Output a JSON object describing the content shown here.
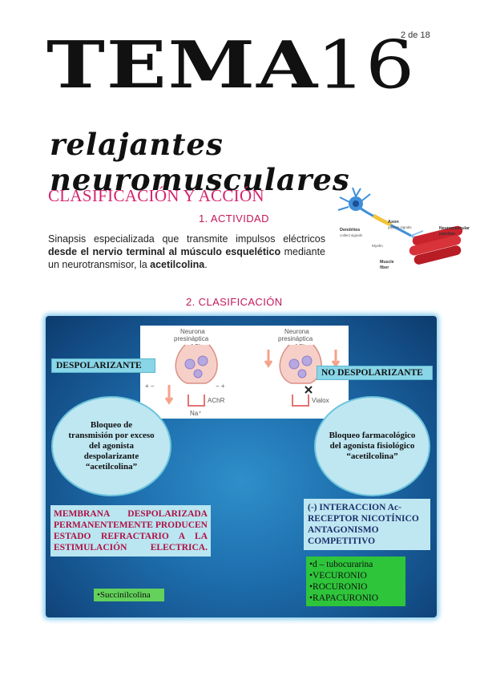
{
  "page": {
    "page_number": "2 de 18",
    "tema_word": "TEMA",
    "tema_number": "16",
    "subtitle": "relajantes neuromusculares"
  },
  "section": {
    "title": "CLASIFICACIÓN Y ACCIÓN",
    "actividad_heading": "1. ACTIVIDAD",
    "clasificacion_heading": "2. CLASIFICACIÓN",
    "paragraph": {
      "part1": "Sinapsis especializada que transmite impulsos eléctricos ",
      "part2_bold": "desde el nervio terminal al músculo esquelético",
      "part3": " mediante un neurotransmisor, la ",
      "part4_bold": "acetilcolina",
      "part5": "."
    }
  },
  "neuron_figure": {
    "dendrites": "Dendrites",
    "dendrites_sub": "collect signals",
    "axon": "Axon",
    "axon_sub": "passes signals",
    "myelin": "Myelin",
    "neuromuscular": "Neuromuscular",
    "junction": "junction",
    "muscle": "Muscle",
    "fiber": "fiber"
  },
  "slide": {
    "synapse": {
      "neurona_left_1": "Neurona",
      "neurona_left_2": "presináptica",
      "ach_left": "ACh",
      "achr": "AChR",
      "na": "Na⁺",
      "neurona_right_1": "Neurona",
      "neurona_right_2": "presináptica",
      "ach_right": "ACh",
      "vialox": "Vialox",
      "plus_minus": "+  −",
      "minus_plus": "−  +"
    },
    "despolarizante": "DESPOLARIZANTE",
    "no_despolarizante": "NO DESPOLARIZANTE",
    "left_ellipse": "Bloqueo de transmisión por exceso del agonista despolarizante “acetilcolina”",
    "right_ellipse": "Bloqueo farmacológico del agonista fisiológico “acetilcolina”",
    "membrana": "MEMBRANA DESPOLARIZADA PERMANENTEMENTE PRODUCEN ESTADO REFRACTARIO A LA ESTIMULACIÓN ELECTRICA.",
    "interaccion": "(-) INTERACCION Ac-RECEPTOR NICOTÍNICO ANTAGONISMO COMPETITIVO",
    "succinilcolina": "•Succinilcolina",
    "drugs": [
      "•d – tubocurarina",
      "•VECURONIO",
      "•ROCURONIO",
      "•RAPACURONIO"
    ]
  },
  "colors": {
    "section_title": "#d6246e",
    "subheading": "#c2185b",
    "slide_blue": "#1e6fae",
    "box_cyan": "#88d6e8",
    "membrana_text": "#b01044",
    "green": "#2ec53a"
  }
}
